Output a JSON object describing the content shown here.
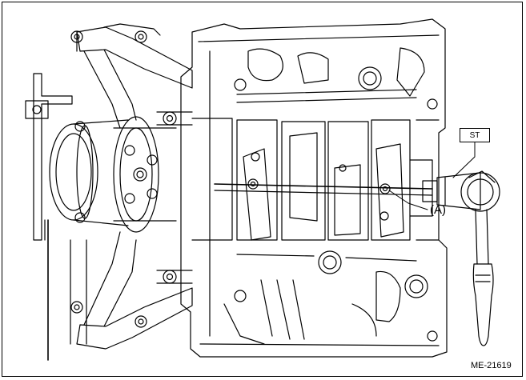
{
  "labels": {
    "special_tool": "ST",
    "callout_a": "(A)",
    "figure_id": "ME-21619"
  },
  "colors": {
    "line": "#000000",
    "background": "#ffffff"
  }
}
